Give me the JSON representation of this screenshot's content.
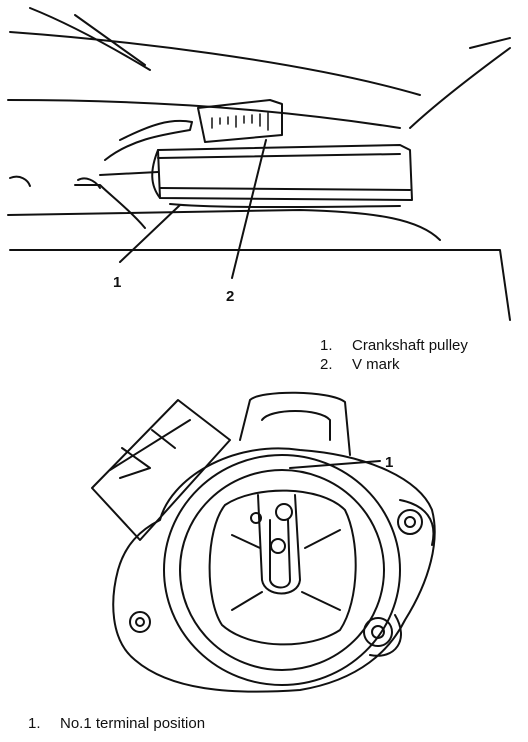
{
  "figure1": {
    "callouts": [
      "1",
      "2"
    ],
    "legend": [
      {
        "num": "1.",
        "text": "Crankshaft pulley"
      },
      {
        "num": "2.",
        "text": "V mark"
      }
    ]
  },
  "figure2": {
    "callouts": [
      "1"
    ],
    "legend": [
      {
        "num": "1.",
        "text": "No.1 terminal position"
      }
    ]
  },
  "colors": {
    "ink": "#111111",
    "background": "#ffffff"
  }
}
